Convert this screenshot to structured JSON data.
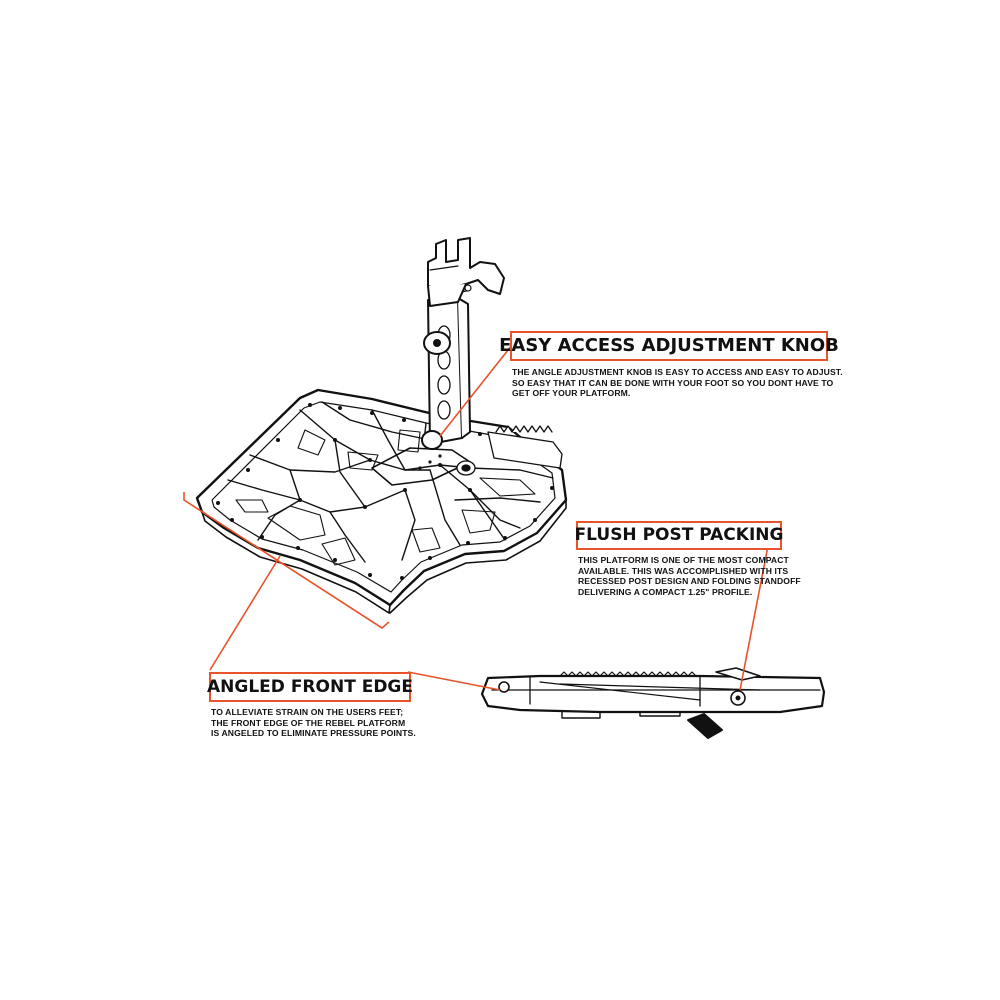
{
  "callouts": {
    "knob": {
      "title": "EASY ACCESS ADJUSTMENT KNOB",
      "lines": [
        "THE ANGLE ADJUSTMENT KNOB IS EASY TO ACCESS AND EASY TO ADJUST.",
        "SO EASY THAT IT CAN BE DONE WITH YOUR FOOT SO YOU DONT HAVE TO",
        "GET OFF YOUR PLATFORM."
      ]
    },
    "flush": {
      "title": "FLUSH POST PACKING",
      "lines": [
        "THIS PLATFORM IS ONE OF THE MOST COMPACT",
        "AVAILABLE. THIS WAS ACCOMPLISHED WITH ITS",
        "RECESSED POST DESIGN AND FOLDING STANDOFF",
        "DELIVERING A COMPACT 1.25\" PROFILE."
      ]
    },
    "front": {
      "title": "ANGLED FRONT EDGE",
      "lines": [
        "TO ALLEVIATE STRAIN ON THE USERS FEET;",
        "THE FRONT EDGE OF THE REBEL PLATFORM",
        "IS ANGELED TO ELIMINATE PRESSURE POINTS."
      ]
    }
  },
  "colors": {
    "accent": "#e8532b",
    "ink": "#111111",
    "background": "#ffffff"
  }
}
